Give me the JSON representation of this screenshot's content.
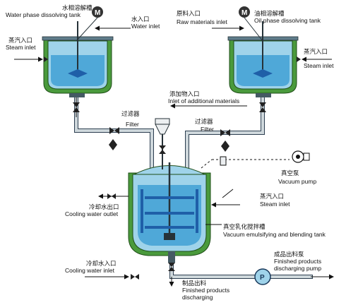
{
  "labels": {
    "water_tank_cn": "水相溶解槽",
    "water_tank_en": "Water phase dissolving tank",
    "water_inlet_cn": "水入口",
    "water_inlet_en": "Water inlet",
    "raw_cn": "原料入口",
    "raw_en": "Raw materials inlet",
    "oil_tank_cn": "油相溶解槽",
    "oil_tank_en": "Oil phase dissolving tank",
    "steam_left_cn": "蒸汽入口",
    "steam_left_en": "Steam inlet",
    "steam_right_cn": "蒸汽入口",
    "steam_right_en": "Steam inlet",
    "additional_cn": "添加物入口",
    "additional_en": "Inlet of additional materials",
    "filter_left_cn": "过滤器",
    "filter_left_en": "Filter",
    "filter_right_cn": "过滤器",
    "filter_right_en": "Filter",
    "vacuum_cn": "真空泵",
    "vacuum_en": "Vacuum pump",
    "cooling_out_cn": "冷却水出口",
    "cooling_out_en": "Cooling water outlet",
    "steam_mid_cn": "蒸汽入口",
    "steam_mid_en": "Steam inlet",
    "main_tank_cn": "真空乳化搅拌槽",
    "main_tank_en": "Vacuum emulsifying and blending tank",
    "cooling_in_cn": "冷却水入口",
    "cooling_in_en": "Cooling water inlet",
    "product_pump_cn": "成品出料泵",
    "product_pump_en1": "Finished products",
    "product_pump_en2": "discharging pump",
    "discharge_cn": "制品出料",
    "discharge_en1": "Finished products",
    "discharge_en2": "discharging",
    "motor_letter": "M",
    "pump_letter": "P"
  },
  "colors": {
    "jacket_green": "#4a9a3c",
    "tank_fill": "#9fd3ea",
    "liquid": "#4fa8d8",
    "pipe": "#cfd8dc",
    "pipe_edge": "#2c3e50",
    "blade": "#1f5fa8"
  }
}
